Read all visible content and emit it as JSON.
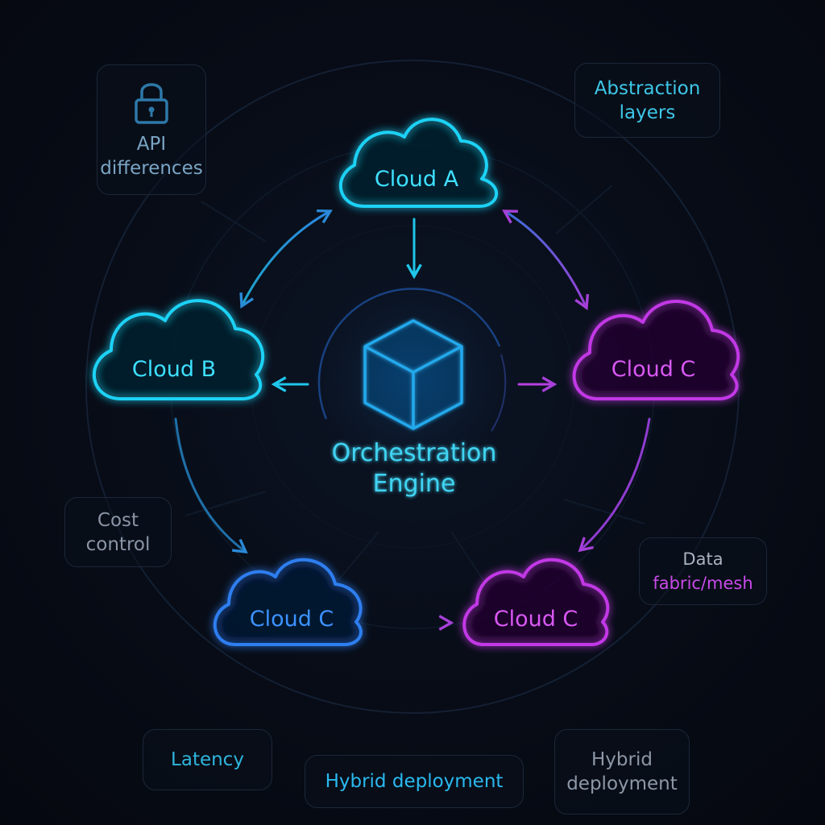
{
  "center": {
    "line1": "Orchestration",
    "line2": "Engine"
  },
  "clouds": {
    "top": "Cloud A",
    "left": "Cloud B",
    "right": "Cloud C",
    "bottom_left": "Cloud C",
    "bottom_right": "Cloud C"
  },
  "callouts": {
    "api_differences": {
      "line1": "API",
      "line2": "differences",
      "icon": "lock-icon"
    },
    "abstraction_layers": {
      "line1": "Abstraction",
      "line2": "layers"
    },
    "cost_control": {
      "line1": "Cost",
      "line2": "control"
    },
    "data_fabric": {
      "line1": "Data",
      "line2": "fabric/mesh"
    },
    "latency": {
      "line1": "Latency"
    },
    "hybrid_deployment_1": {
      "line1": "Hybrid deployment"
    },
    "hybrid_deployment_2": {
      "line1": "Hybrid",
      "line2": "deployment"
    }
  },
  "colors": {
    "background": "#070b14",
    "cyan": "#1fd2f5",
    "blue": "#2f8cff",
    "magenta": "#c238e6",
    "muted_text": "#7f8a9c"
  }
}
